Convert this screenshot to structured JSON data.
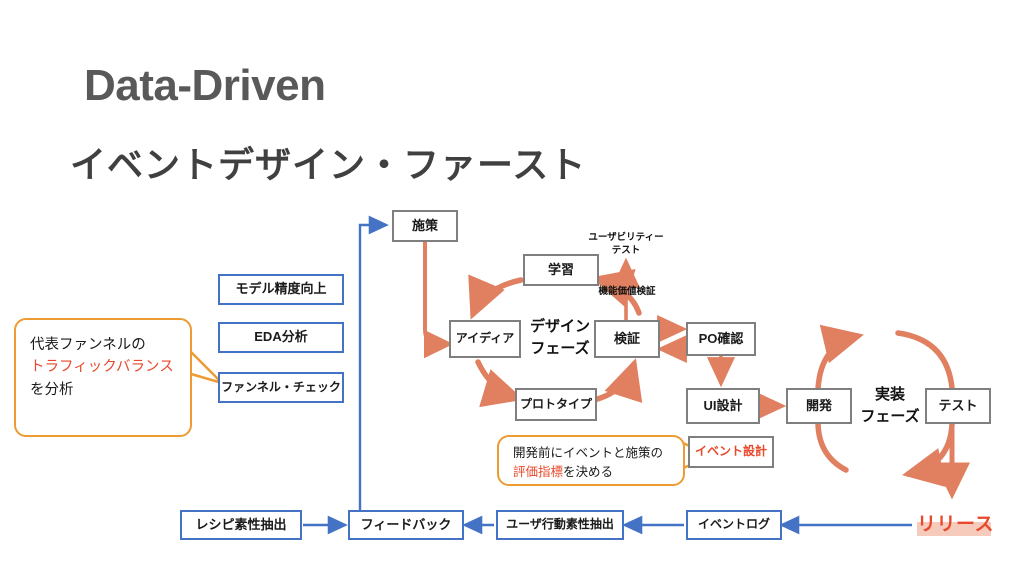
{
  "slide": {
    "title_en": "Data-Driven",
    "title_jp": "イベントデザイン・ファースト",
    "colors": {
      "blue_border": "#4472C4",
      "gray_border": "#7F7F7F",
      "orange_flow": "#E08060",
      "orange_callout": "#ED9B33",
      "red_accent": "#E8482B",
      "release_highlight": "#F6CBBB",
      "title_gray": "#595959"
    }
  },
  "left_stack": {
    "items": [
      {
        "label": "モデル精度向上"
      },
      {
        "label": "EDA分析"
      },
      {
        "label": "ファンネル・チェック"
      }
    ]
  },
  "design_phase": {
    "center_label": "デザイン\nフェーズ",
    "nodes": [
      {
        "id": "idea",
        "label": "アイディア"
      },
      {
        "id": "learning",
        "label": "学習"
      },
      {
        "id": "verify",
        "label": "検証"
      },
      {
        "id": "prototype",
        "label": "プロトタイプ"
      }
    ],
    "annotations": [
      {
        "id": "usability-test",
        "label": "ユーザビリティー\nテスト"
      },
      {
        "id": "function-value",
        "label": "機能価値検証"
      }
    ]
  },
  "implementation_phase": {
    "center_label": "実装\nフェーズ",
    "nodes": [
      {
        "id": "po-check",
        "label": "PO確認"
      },
      {
        "id": "ui-design",
        "label": "UI設計"
      },
      {
        "id": "event-design",
        "label": "イベント設計"
      },
      {
        "id": "develop",
        "label": "開発"
      },
      {
        "id": "test",
        "label": "テスト"
      }
    ]
  },
  "release": {
    "label": "リリース"
  },
  "policy": {
    "label": "施策"
  },
  "bottom_row": {
    "items": [
      {
        "id": "recipe-features",
        "label": "レシピ素性抽出"
      },
      {
        "id": "feedback",
        "label": "フィードバック"
      },
      {
        "id": "user-behavior",
        "label": "ユーザ行動素性抽出"
      },
      {
        "id": "event-log",
        "label": "イベントログ"
      }
    ]
  },
  "callouts": [
    {
      "id": "funnel-callout",
      "line1": "代表ファンネルの",
      "highlight": "トラフィックバランス",
      "line3": "を分析"
    },
    {
      "id": "metric-callout",
      "line1": "開発前にイベントと施策の",
      "highlight": "評価指標",
      "line3": "を決める"
    }
  ]
}
